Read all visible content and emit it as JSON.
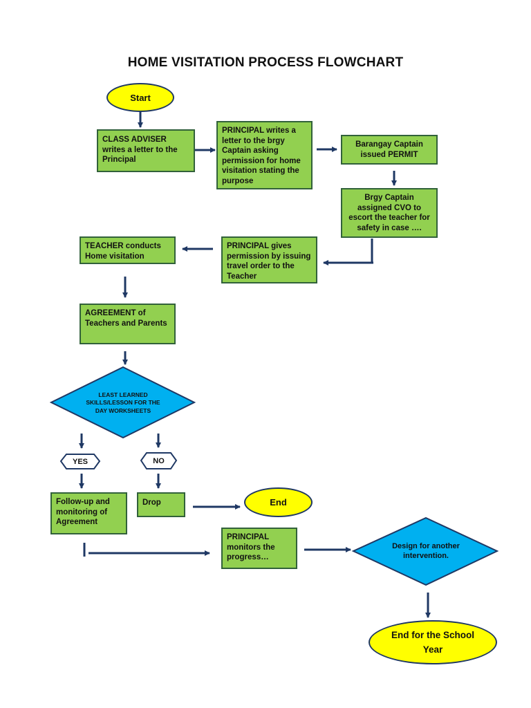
{
  "title": "HOME VISITATION PROCESS FLOWCHART",
  "colors": {
    "process_fill": "#92d050",
    "process_border": "#31613a",
    "terminal_fill": "#ffff00",
    "decision_fill": "#00b0f0",
    "arrow": "#1f3864"
  },
  "nodes": {
    "start": "Start",
    "class_adviser": "CLASS ADVISER writes a letter to the Principal",
    "principal_writes": "PRINCIPAL writes a letter to the brgy Captain asking permission for home visitation stating the purpose",
    "barangay_permit": "Barangay Captain issued PERMIT",
    "brgy_cvo": "Brgy Captain assigned CVO to escort the teacher for safety in case ….",
    "principal_gives": "PRINCIPAL gives permission by issuing travel order to the Teacher",
    "teacher_conducts": "TEACHER conducts Home visitation",
    "agreement": "AGREEMENT of Teachers and Parents",
    "decision_skills": "LEAST LEARNED SKILLS/LESSON FOR THE DAY WORKSHEETS",
    "yes": "YES",
    "no": "NO",
    "follow_up": "Follow-up and monitoring of Agreement",
    "drop": "Drop",
    "end": "End",
    "principal_monitors": "PRINCIPAL monitors the progress…",
    "design_intervention": "Design for another intervention.",
    "end_school_year": "End for the School Year"
  }
}
